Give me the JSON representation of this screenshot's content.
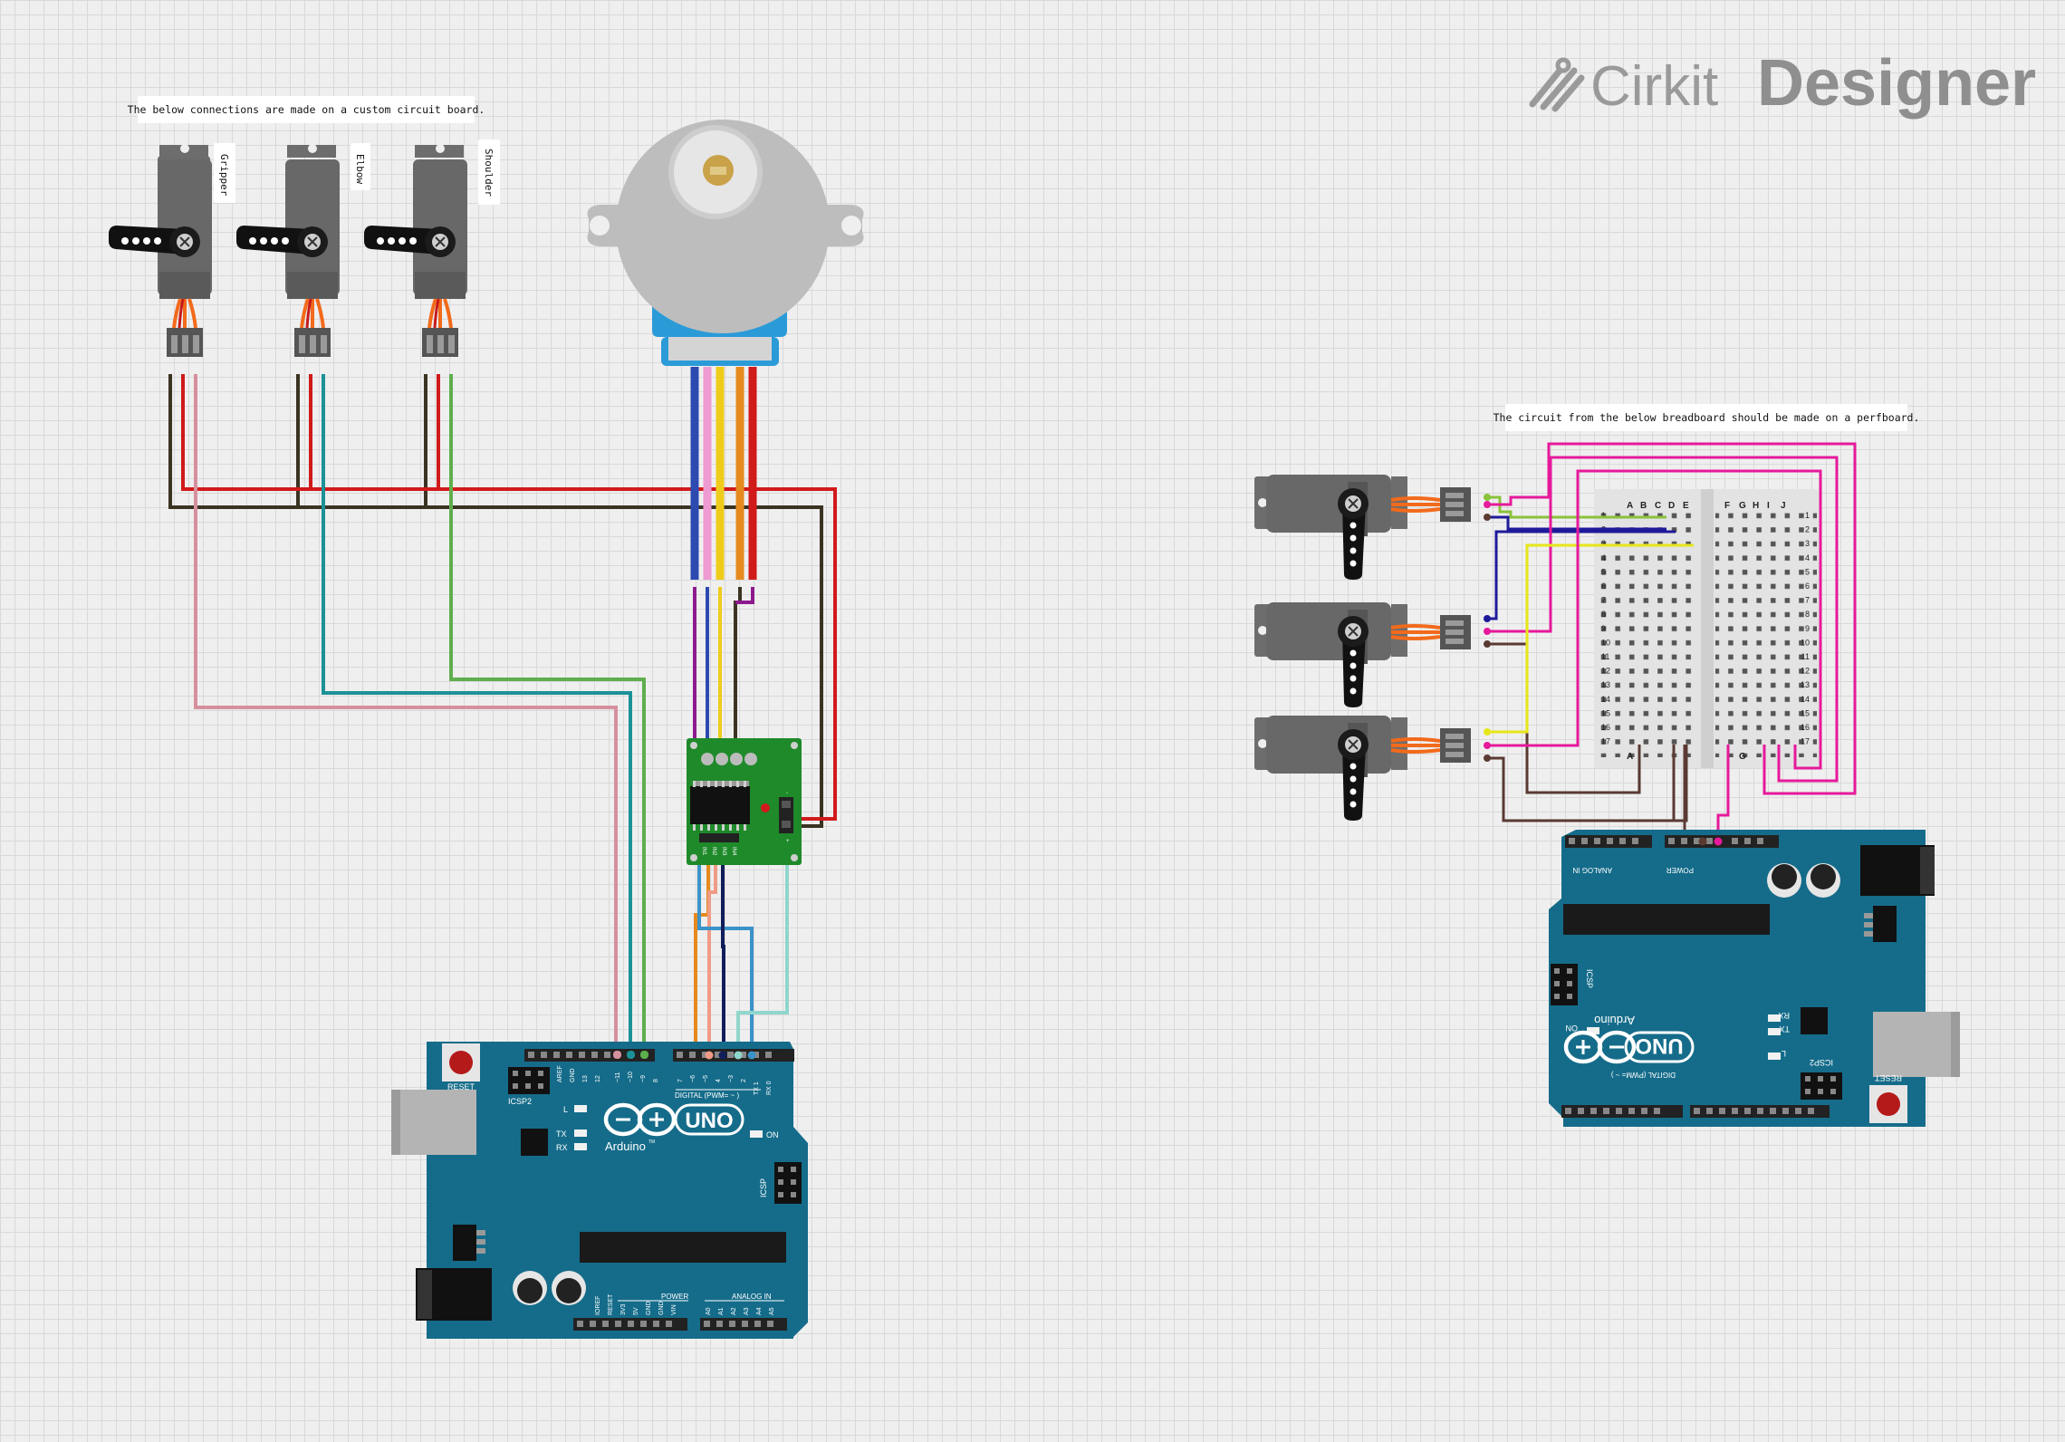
{
  "brand": {
    "name_a": "Cirkit",
    "name_b": "Designer"
  },
  "left_circuit": {
    "note": "The below connections are made on a custom circuit board.",
    "servo_labels": [
      "Gripper",
      "Elbow",
      "Shoulder"
    ],
    "driver_pins": [
      "IN1",
      "IN2",
      "IN3",
      "IN4"
    ],
    "driver_power_pins": [
      "-",
      "+"
    ],
    "arduino": {
      "reset": "RESET",
      "icsp2": "ICSP2",
      "icsp": "ICSP",
      "l": "L",
      "tx": "TX",
      "rx": "RX",
      "on": "ON",
      "brand": "Arduino",
      "tm": "TM",
      "uno": "UNO",
      "digital": "DIGITAL (PWM= ~ )",
      "power": "POWER",
      "analog_in": "ANALOG IN",
      "top_pins": [
        "AREF",
        "GND",
        "13",
        "12",
        "~11",
        "~10",
        "~9",
        "8",
        "7",
        "~6",
        "~5",
        "4",
        "~3",
        "2",
        "TX 1",
        "RX 0"
      ],
      "bottom_pins": [
        "IOREF",
        "RESET",
        "3V3",
        "5V",
        "GND",
        "GND",
        "VIN",
        "A0",
        "A1",
        "A2",
        "A3",
        "A4",
        "A5"
      ]
    }
  },
  "right_circuit": {
    "note": "The circuit from the below breadboard should be made on a perfboard.",
    "bb_cols_left": [
      "A",
      "B",
      "C",
      "D",
      "E"
    ],
    "bb_cols_right": [
      "F",
      "G",
      "H",
      "I",
      "J"
    ],
    "bb_rows": [
      "1",
      "2",
      "3",
      "4",
      "5",
      "6",
      "7",
      "8",
      "9",
      "10",
      "11",
      "12",
      "13",
      "14",
      "15",
      "16",
      "17"
    ],
    "arduino": {
      "reset": "RESET",
      "icsp2": "ICSP2",
      "icsp": "ICSP",
      "l": "L",
      "tx": "TX",
      "rx": "RX",
      "on": "ON",
      "brand": "Arduino",
      "uno": "UNO",
      "digital": "DIGITAL (PWM= ~ )",
      "power": "POWER",
      "analog_in": "ANALOG IN"
    }
  },
  "wire_colors": {
    "red": "#d11a1a",
    "dark": "#3b3322",
    "pink": "#d6909d",
    "teal": "#1b9297",
    "green": "#5fae4d",
    "purple": "#8e1a8e",
    "blue": "#2c4ab0",
    "pinkmotor": "#ef9bd3",
    "yellow": "#efcc1c",
    "orange": "#f58a4a",
    "salmon": "#ef9b86",
    "lightblue": "#3a93c9",
    "navy": "#121e5a",
    "mint": "#8fd6cc",
    "magenta": "#e6199b",
    "brown": "#5a3a33",
    "lime": "#8ac23b",
    "ybright": "#e6e61a",
    "indigo": "#1f1a9a"
  }
}
